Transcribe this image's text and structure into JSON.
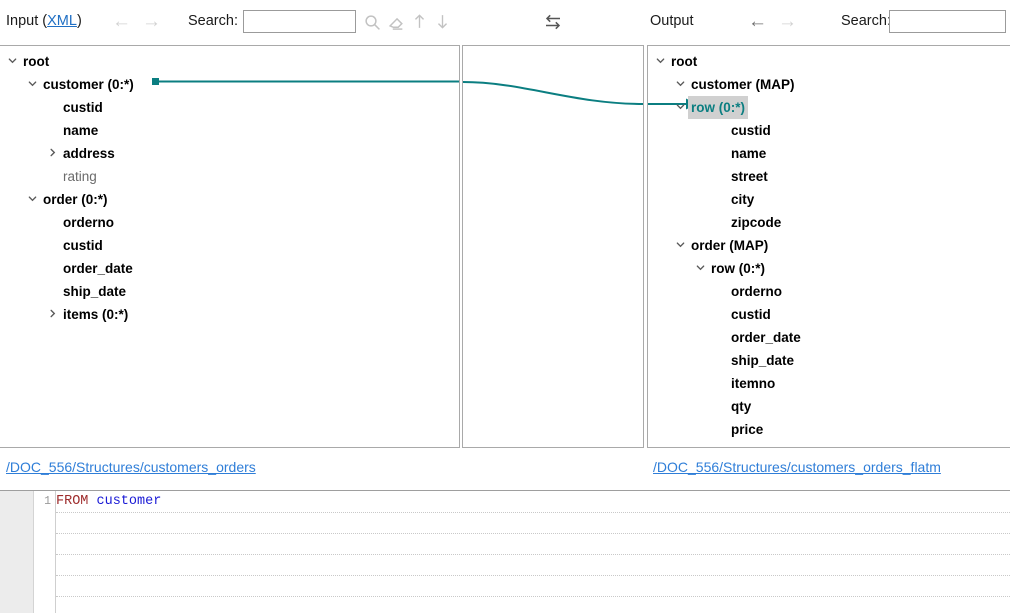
{
  "toolbar": {
    "input_label": "Input (",
    "input_format": "XML",
    "input_label_close": ")",
    "output_label": "Output",
    "search_label_left": "Search:",
    "search_label_right": "Search:",
    "search_value_left": "",
    "search_value_right": "",
    "search_placeholder": "",
    "back_arrow": "←",
    "forward_arrow": "→",
    "icons": {
      "find": "search-icon",
      "clear": "eraser-icon",
      "prev": "arrow-up-icon",
      "next": "arrow-down-icon",
      "swap": "swap-arrows-icon"
    }
  },
  "colors": {
    "accent_teal": "#0b7e81",
    "link_blue": "#2f7ed8",
    "selection_bg": "#d0d0d0",
    "keyword_red": "#9e2c2c",
    "identifier_blue": "#1a1ad6",
    "panel_border": "#a9a9a9",
    "gutter_bg": "#ececec"
  },
  "input_tree": {
    "nodes": [
      {
        "label": "root",
        "indent": 0,
        "twisty": "expanded",
        "style": "normal",
        "connector": false
      },
      {
        "label": "customer (0:*)",
        "indent": 1,
        "twisty": "expanded",
        "style": "normal",
        "connector": true
      },
      {
        "label": "custid",
        "indent": 2,
        "twisty": "none",
        "style": "normal",
        "connector": false
      },
      {
        "label": "name",
        "indent": 2,
        "twisty": "none",
        "style": "normal",
        "connector": false
      },
      {
        "label": "address",
        "indent": 2,
        "twisty": "collapsed",
        "style": "normal",
        "connector": false
      },
      {
        "label": "rating",
        "indent": 2,
        "twisty": "none",
        "style": "muted",
        "connector": false
      },
      {
        "label": "order (0:*)",
        "indent": 1,
        "twisty": "expanded",
        "style": "normal",
        "connector": false
      },
      {
        "label": "orderno",
        "indent": 2,
        "twisty": "none",
        "style": "normal",
        "connector": false
      },
      {
        "label": "custid",
        "indent": 2,
        "twisty": "none",
        "style": "normal",
        "connector": false
      },
      {
        "label": "order_date",
        "indent": 2,
        "twisty": "none",
        "style": "normal",
        "connector": false
      },
      {
        "label": "ship_date",
        "indent": 2,
        "twisty": "none",
        "style": "normal",
        "connector": false
      },
      {
        "label": "items (0:*)",
        "indent": 2,
        "twisty": "collapsed",
        "style": "normal",
        "connector": false
      }
    ]
  },
  "output_tree": {
    "nodes": [
      {
        "label": "root",
        "indent": 0,
        "twisty": "expanded",
        "style": "normal",
        "connector": false
      },
      {
        "label": "customer (MAP)",
        "indent": 1,
        "twisty": "expanded",
        "style": "normal",
        "connector": false
      },
      {
        "label": "row (0:*)",
        "indent": 1,
        "twisty": "expanded",
        "style": "selected",
        "connector": true
      },
      {
        "label": "custid",
        "indent": 3,
        "twisty": "none",
        "style": "normal",
        "connector": false
      },
      {
        "label": "name",
        "indent": 3,
        "twisty": "none",
        "style": "normal",
        "connector": false
      },
      {
        "label": "street",
        "indent": 3,
        "twisty": "none",
        "style": "normal",
        "connector": false
      },
      {
        "label": "city",
        "indent": 3,
        "twisty": "none",
        "style": "normal",
        "connector": false
      },
      {
        "label": "zipcode",
        "indent": 3,
        "twisty": "none",
        "style": "normal",
        "connector": false
      },
      {
        "label": "order (MAP)",
        "indent": 1,
        "twisty": "expanded",
        "style": "normal",
        "connector": false
      },
      {
        "label": "row (0:*)",
        "indent": 2,
        "twisty": "expanded",
        "style": "normal",
        "connector": false
      },
      {
        "label": "orderno",
        "indent": 3,
        "twisty": "none",
        "style": "normal",
        "connector": false
      },
      {
        "label": "custid",
        "indent": 3,
        "twisty": "none",
        "style": "normal",
        "connector": false
      },
      {
        "label": "order_date",
        "indent": 3,
        "twisty": "none",
        "style": "normal",
        "connector": false
      },
      {
        "label": "ship_date",
        "indent": 3,
        "twisty": "none",
        "style": "normal",
        "connector": false
      },
      {
        "label": "itemno",
        "indent": 3,
        "twisty": "none",
        "style": "normal",
        "connector": false
      },
      {
        "label": "qty",
        "indent": 3,
        "twisty": "none",
        "style": "normal",
        "connector": false
      },
      {
        "label": "price",
        "indent": 3,
        "twisty": "none",
        "style": "normal",
        "connector": false
      }
    ]
  },
  "footer": {
    "input_path": "/DOC_556/Structures/customers_orders",
    "output_path": "/DOC_556/Structures/customers_orders_flatm"
  },
  "editor": {
    "lines": [
      {
        "number": "1",
        "keyword": "FROM",
        "identifier": " customer"
      }
    ]
  }
}
